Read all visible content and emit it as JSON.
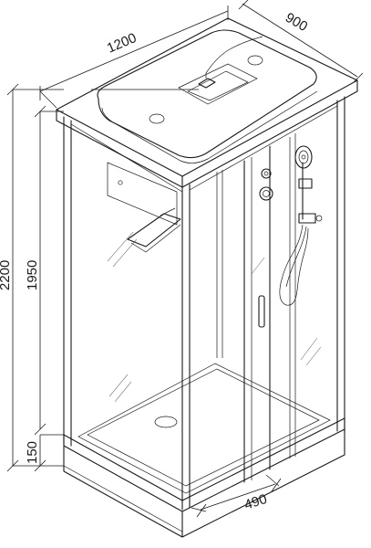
{
  "dimensions": {
    "width_top": "1200",
    "depth_top": "900",
    "total_height": "2200",
    "cabin_height": "1950",
    "tray_height": "150",
    "door_width": "490"
  }
}
